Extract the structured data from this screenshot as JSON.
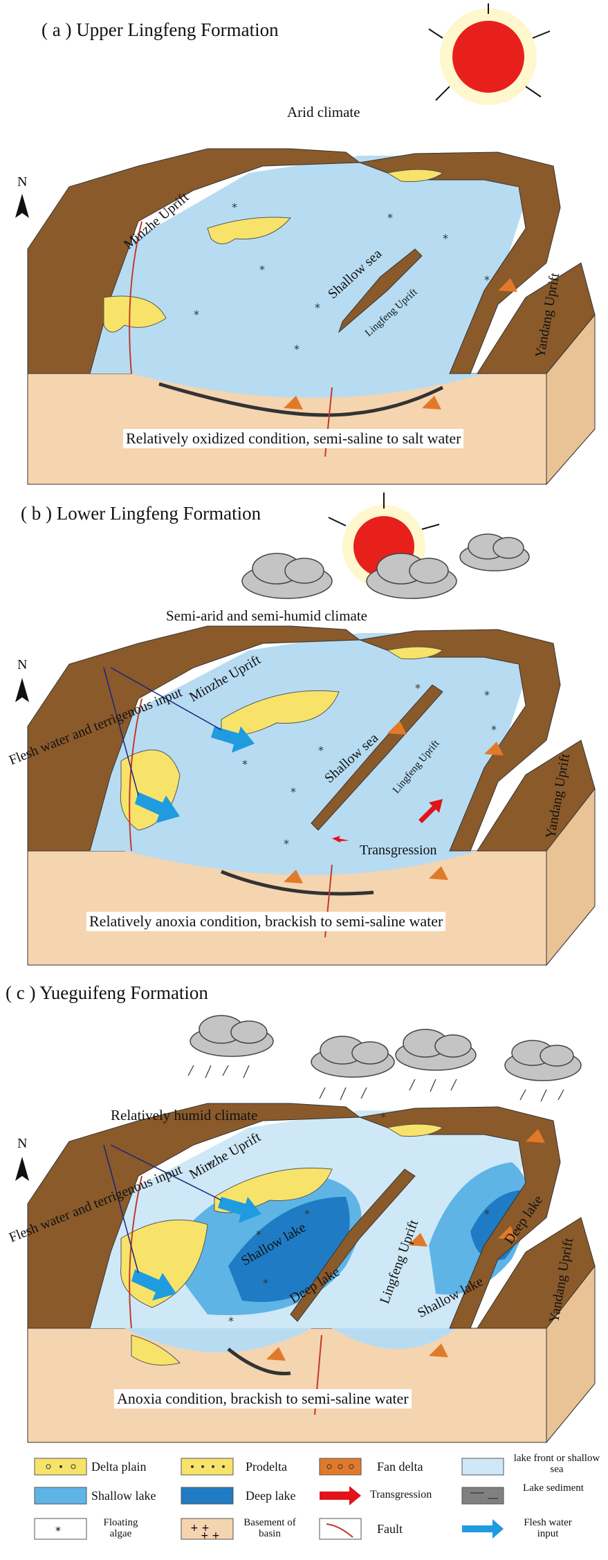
{
  "panels": [
    {
      "title": "( a ) Upper Lingfeng Formation",
      "climate": "Arid climate",
      "upr_minzhe": "Minzhe Uprift",
      "upr_yandang": "Yandang Uprift",
      "upr_lingfeng": "Lingfeng Uprift",
      "water": "Shallow sea",
      "condition": "Relatively oxidized condition, semi-saline to salt water",
      "north": "N"
    },
    {
      "title": "( b ) Lower Lingfeng Formation",
      "climate": "Semi-arid and semi-humid climate",
      "upr_minzhe": "Minzhe Uprift",
      "upr_yandang": "Yandang Uprift",
      "upr_lingfeng": "Lingfeng Uprift",
      "water": "Shallow sea",
      "input": "Flesh water and terrigenous input",
      "transgression": "Transgression",
      "condition": "Relatively anoxia condition, brackish to semi-saline water",
      "north": "N"
    },
    {
      "title": "( c ) Yueguifeng Formation",
      "climate": "Relatively humid climate",
      "upr_minzhe": "Minzhe Uprift",
      "upr_yandang": "Yandang Uprift",
      "upr_lingfeng": "Lingfeng Uprift",
      "shallow1": "Shallow lake",
      "deep1": "Deep lake",
      "deep2": "Deep lake",
      "shallow2": "Shallow lake",
      "input": "Flesh water and terrigenous input",
      "condition": "Anoxia condition, brackish to semi-saline water",
      "north": "N"
    }
  ],
  "legend": {
    "delta_plain": "Delta plain",
    "prodelta": "Prodelta",
    "fan_delta": "Fan delta",
    "lake_front": "lake front or shallow sea",
    "shallow_lake": "Shallow lake",
    "deep_lake": "Deep lake",
    "transgression": "Transgression",
    "lake_sediment": "Lake sediment",
    "floating_algae": "Floating algae",
    "basement": "Basement of basin",
    "fault": "Fault",
    "flesh_water": "Flesh water input"
  },
  "colors": {
    "mountain": "#8a5a2b",
    "sea": "#b7dcf2",
    "shallow_lake": "#5fb4e6",
    "deep_lake": "#1f7cc4",
    "delta": "#f7e36a",
    "fan": "#e07a2a",
    "basement": "#f5d4b0",
    "sun": "#e8201c",
    "arrow_blue": "#1f9be0",
    "arrow_red": "#e0141b"
  }
}
